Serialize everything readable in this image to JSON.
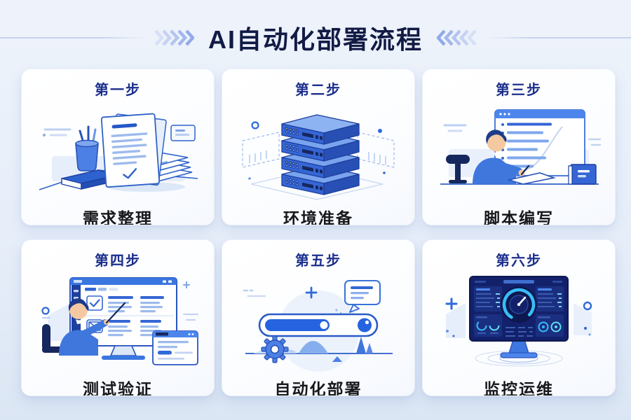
{
  "header": {
    "title": "AI自动化部署流程",
    "left_decoration_icon": "chevrons-right-icon",
    "right_decoration_icon": "chevrons-left-icon"
  },
  "steps": [
    {
      "step_label": "第一步",
      "caption": "需求整理",
      "illustration": "documents-desk-illustration"
    },
    {
      "step_label": "第二步",
      "caption": "环境准备",
      "illustration": "server-stack-illustration"
    },
    {
      "step_label": "第三步",
      "caption": "脚本编写",
      "illustration": "developer-writing-illustration"
    },
    {
      "step_label": "第四步",
      "caption": "测试验证",
      "illustration": "tester-monitor-illustration"
    },
    {
      "step_label": "第五步",
      "caption": "自动化部署",
      "illustration": "progress-gear-illustration"
    },
    {
      "step_label": "第六步",
      "caption": "监控运维",
      "illustration": "monitoring-dashboard-illustration"
    }
  ],
  "colors": {
    "page_background_top": "#eef3fb",
    "page_background_bottom": "#dbe6f4",
    "card_background": "#fcfdff",
    "title_text": "#121b45",
    "step_text": "#1c2f8c",
    "caption_text": "#17181c",
    "primary_blue": "#2e6ad8",
    "mid_blue": "#3566d4",
    "dark_blue": "#2a52b8",
    "navy": "#16275e",
    "light_blue_line": "#9dbbec",
    "decoration_line": "#c6d3ee",
    "dashboard_screen": "#13216b",
    "dashboard_cyan": "#38bdf8",
    "led_yellow": "#ffd34d"
  }
}
